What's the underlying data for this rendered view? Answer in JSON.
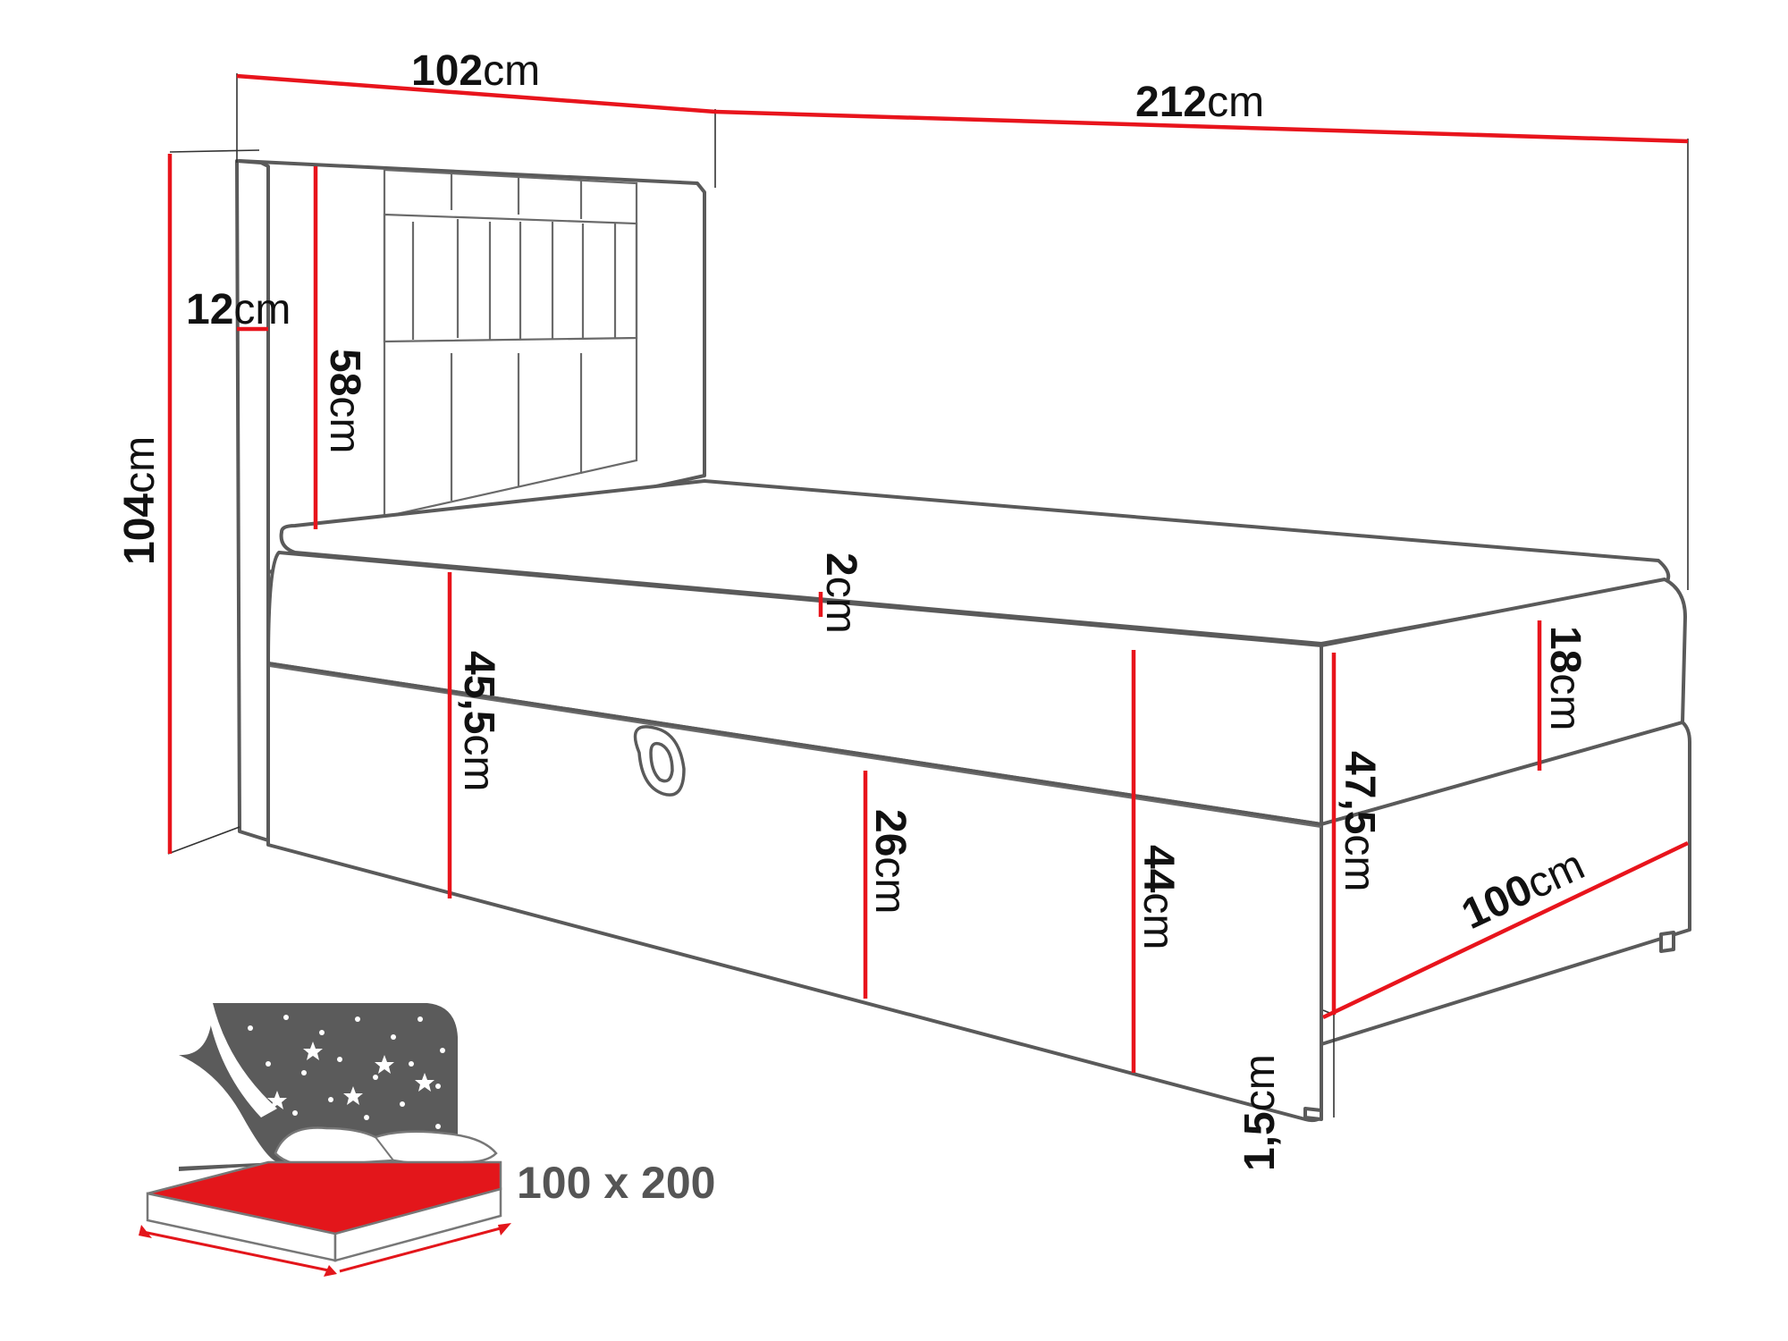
{
  "dimensions": {
    "width_top": {
      "value": "102",
      "unit": "cm"
    },
    "length_top": {
      "value": "212",
      "unit": "cm"
    },
    "total_height": {
      "value": "104",
      "unit": "cm"
    },
    "headboard_side": {
      "value": "12",
      "unit": "cm"
    },
    "headboard_above": {
      "value": "58",
      "unit": "cm"
    },
    "topper": {
      "value": "2",
      "unit": "cm"
    },
    "front_height": {
      "value": "45,5",
      "unit": "cm"
    },
    "drawer_height": {
      "value": "26",
      "unit": "cm"
    },
    "side_height": {
      "value": "44",
      "unit": "cm"
    },
    "mattress_height": {
      "value": "18",
      "unit": "cm"
    },
    "full_height": {
      "value": "47,5",
      "unit": "cm"
    },
    "foot_width": {
      "value": "100",
      "unit": "cm"
    },
    "legs": {
      "value": "1,5",
      "unit": "cm"
    }
  },
  "inset": {
    "mattress_size": "100 x 200"
  },
  "colors": {
    "dimension_line": "#e8141c",
    "outline": "#5a5a5a",
    "inset_headboard": "#5b5b5b",
    "inset_mattress": "#e3161b",
    "inset_text": "#555555"
  }
}
